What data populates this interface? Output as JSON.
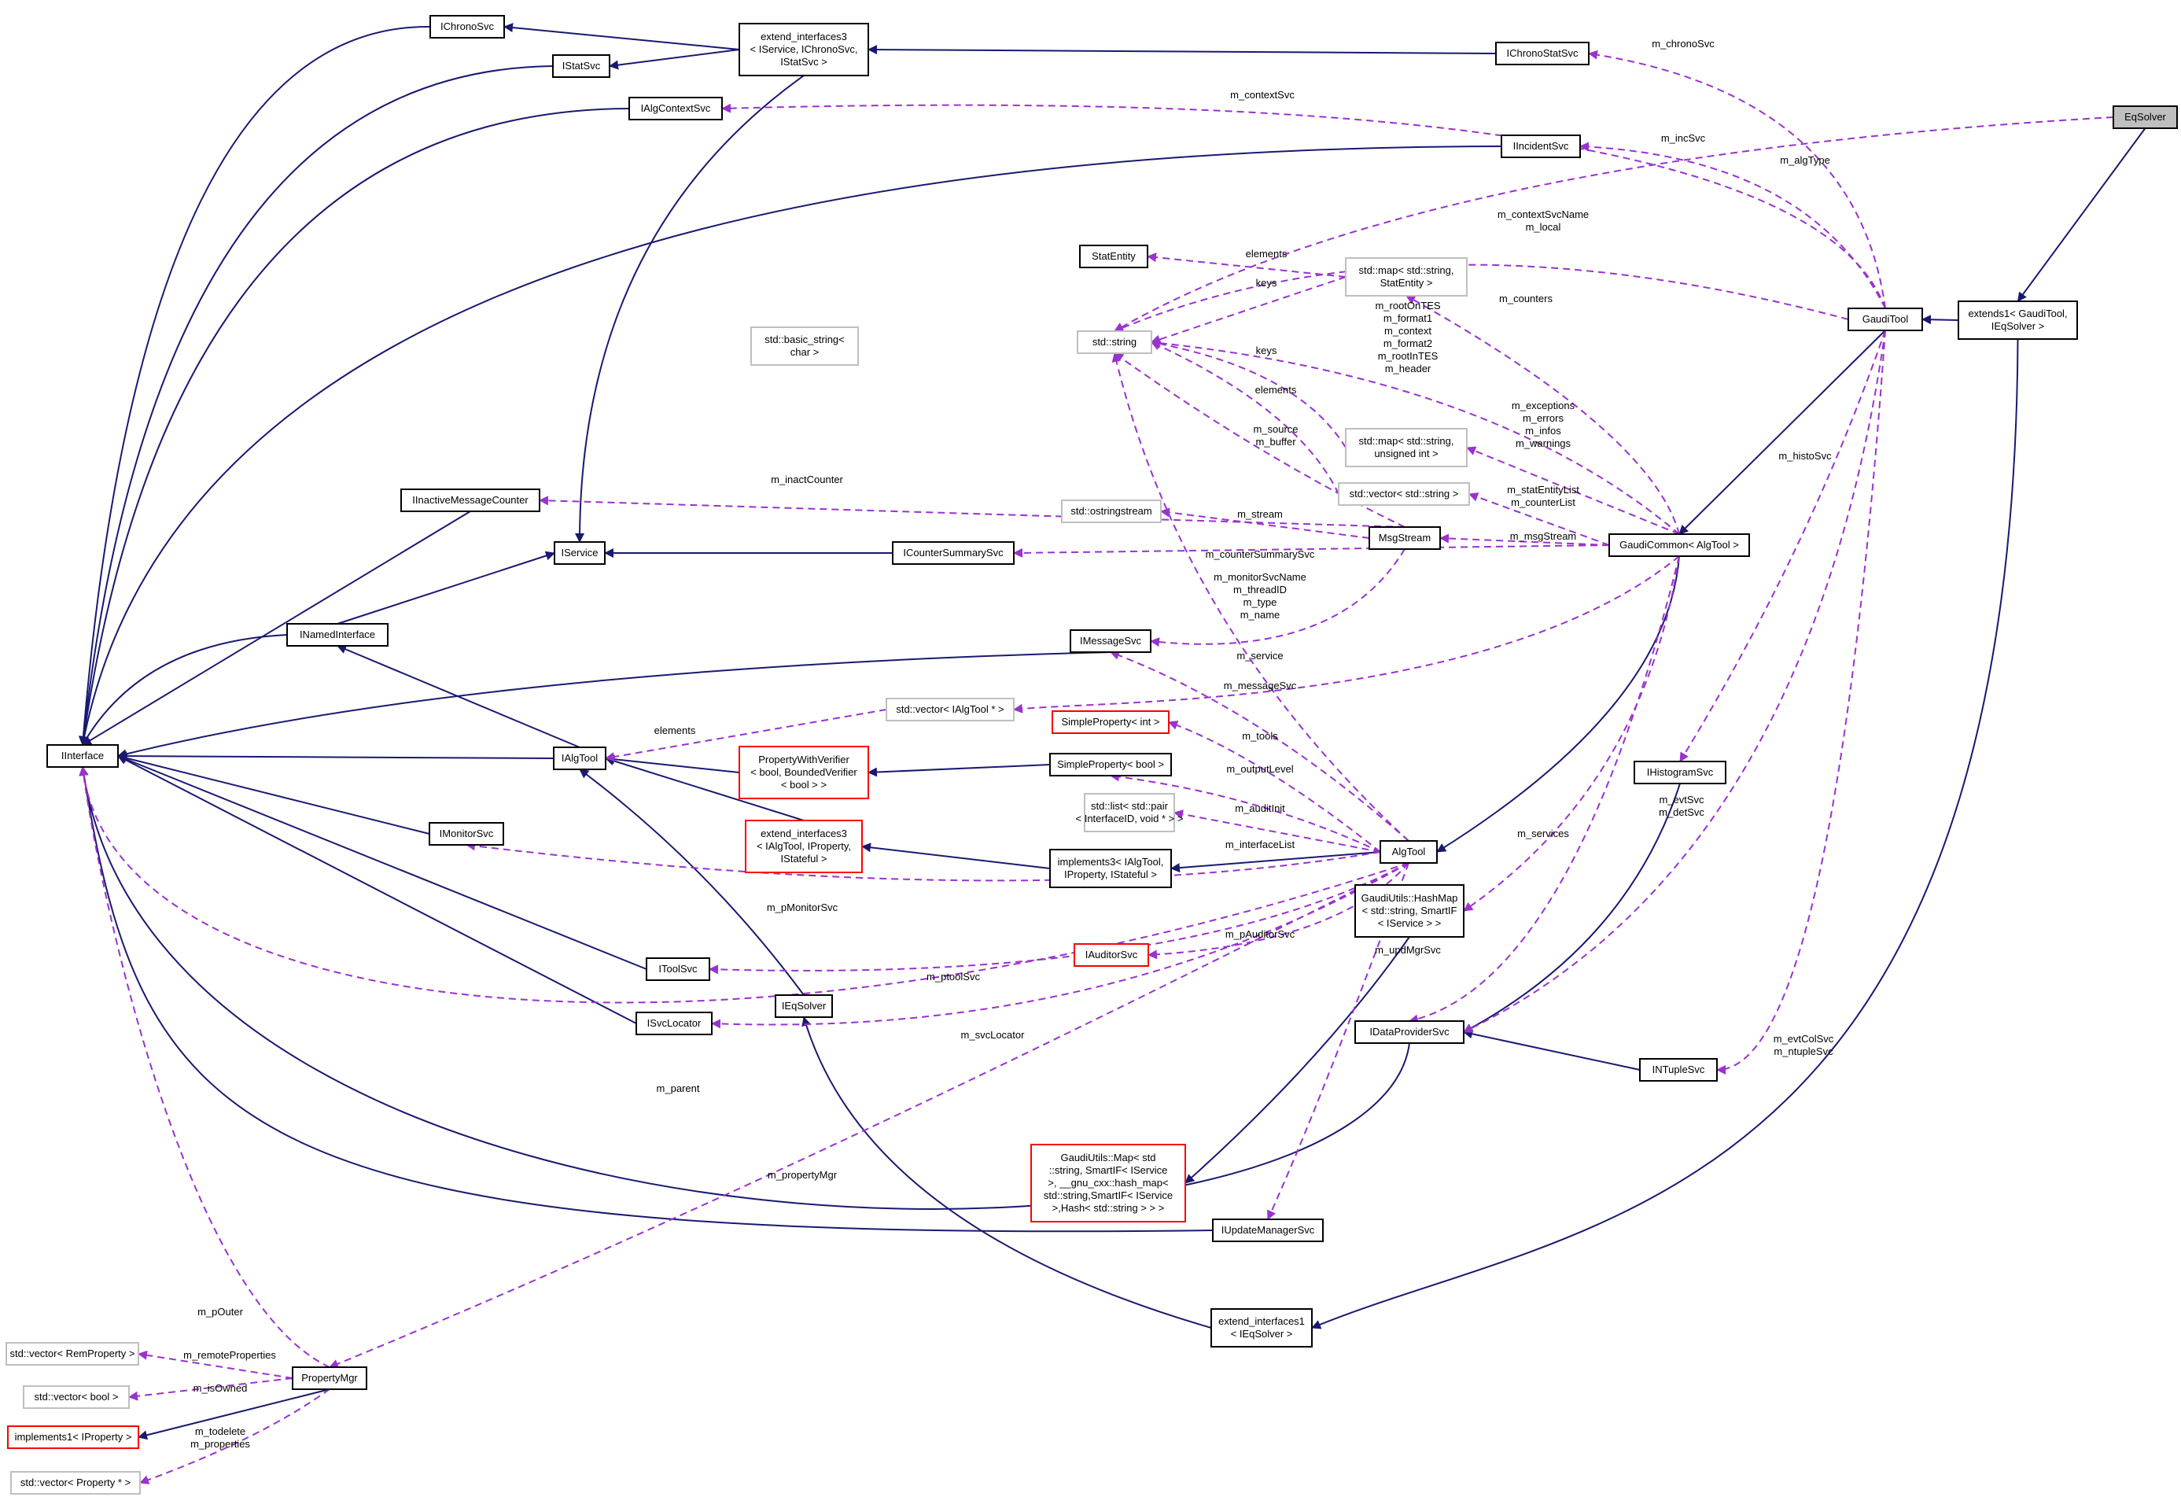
{
  "colors": {
    "inheritance": "#191970",
    "usage": "#9a32cd",
    "node_border": "#000000",
    "template_border": "#ff0000",
    "undocumented_border": "#bfbfbf",
    "focus_fill": "#bfbfbf"
  },
  "nodes": {
    "EqSolver": [
      "EqSolver"
    ],
    "extends1": [
      "extends1< GaudiTool,",
      "IEqSolver >"
    ],
    "GaudiTool": [
      "GaudiTool"
    ],
    "IChronoStatSvc": [
      "IChronoStatSvc"
    ],
    "ext3chrono": [
      "extend_interfaces3",
      "< IService, IChronoSvc,",
      "IStatSvc >"
    ],
    "IChronoSvc": [
      "IChronoSvc"
    ],
    "IStatSvc": [
      "IStatSvc"
    ],
    "IAlgContextSvc": [
      "IAlgContextSvc"
    ],
    "IIncidentSvc": [
      "IIncidentSvc"
    ],
    "StatEntity": [
      "StatEntity"
    ],
    "mapStat": [
      "std::map< std::string,",
      "StatEntity >"
    ],
    "basicString": [
      "std::basic_string<",
      "char >"
    ],
    "stdString": [
      "std::string"
    ],
    "mapUint": [
      "std::map< std::string,",
      "unsigned int >"
    ],
    "vecString": [
      "std::vector< std::string >"
    ],
    "ostringstream": [
      "std::ostringstream"
    ],
    "MsgStream": [
      "MsgStream"
    ],
    "GaudiCommon": [
      "GaudiCommon< AlgTool >"
    ],
    "IInactiveMessageCounter": [
      "IInactiveMessageCounter"
    ],
    "IService": [
      "IService"
    ],
    "ICounterSummarySvc": [
      "ICounterSummarySvc"
    ],
    "INamedInterface": [
      "INamedInterface"
    ],
    "IMessageSvc": [
      "IMessageSvc"
    ],
    "vecAlgTool": [
      "std::vector< IAlgTool * >"
    ],
    "IInterface": [
      "IInterface"
    ],
    "IAlgTool": [
      "IAlgTool"
    ],
    "SimplePropInt": [
      "SimpleProperty< int >"
    ],
    "PropWithVerifier": [
      "PropertyWithVerifier",
      "< bool, BoundedVerifier",
      "< bool > >"
    ],
    "SimplePropBool": [
      "SimpleProperty< bool >"
    ],
    "IHistogramSvc": [
      "IHistogramSvc"
    ],
    "listPair": [
      "std::list< std::pair",
      "< InterfaceID, void * > >"
    ],
    "ext3algtool": [
      "extend_interfaces3",
      "< IAlgTool, IProperty,",
      "IStateful >"
    ],
    "impl3": [
      "implements3< IAlgTool,",
      "IProperty, IStateful >"
    ],
    "AlgTool": [
      "AlgTool"
    ],
    "IMonitorSvc": [
      "IMonitorSvc"
    ],
    "HashMap": [
      "GaudiUtils::HashMap",
      "< std::string, SmartIF",
      "< IService > >"
    ],
    "IAuditorSvc": [
      "IAuditorSvc"
    ],
    "IToolSvc": [
      "IToolSvc"
    ],
    "IEqSolver": [
      "IEqSolver"
    ],
    "ISvcLocator": [
      "ISvcLocator"
    ],
    "IDataProviderSvc": [
      "IDataProviderSvc"
    ],
    "INTupleSvc": [
      "INTupleSvc"
    ],
    "GUMap": [
      "GaudiUtils::Map< std",
      "::string, SmartIF< IService",
      ">, __gnu_cxx::hash_map<",
      "std::string,SmartIF< IService",
      ">,Hash< std::string > > >"
    ],
    "IUpdateManagerSvc": [
      "IUpdateManagerSvc"
    ],
    "ext1eq": [
      "extend_interfaces1",
      "< IEqSolver >"
    ],
    "vecRem": [
      "std::vector< RemProperty >"
    ],
    "PropertyMgr": [
      "PropertyMgr"
    ],
    "vecBool": [
      "std::vector< bool >"
    ],
    "impl1": [
      "implements1< IProperty >"
    ],
    "vecProp": [
      "std::vector< Property * >"
    ]
  },
  "edge_labels": {
    "m_chronoSvc": [
      "m_chronoSvc"
    ],
    "m_contextSvc": [
      "m_contextSvc"
    ],
    "m_incSvc": [
      "m_incSvc"
    ],
    "m_algType": [
      "m_algType"
    ],
    "m_contextSvcName": [
      "m_contextSvcName",
      "m_local"
    ],
    "elements_stat": [
      "elements"
    ],
    "keys_stat": [
      "keys"
    ],
    "m_counters": [
      "m_counters"
    ],
    "m_rootOnTES": [
      "m_rootOnTES",
      "m_format1",
      "m_context",
      "m_format2",
      "m_rootInTES",
      "m_header"
    ],
    "keys_uint": [
      "keys"
    ],
    "elements_vec": [
      "elements"
    ],
    "m_exceptions": [
      "m_exceptions",
      "m_errors",
      "m_infos",
      "m_warnings"
    ],
    "m_source": [
      "m_source",
      "m_buffer"
    ],
    "m_histoSvc": [
      "m_histoSvc"
    ],
    "m_inactCounter": [
      "m_inactCounter"
    ],
    "m_statEntityList": [
      "m_statEntityList",
      "m_counterList"
    ],
    "m_stream": [
      "m_stream"
    ],
    "m_msgStream": [
      "m_msgStream"
    ],
    "m_counterSummarySvc": [
      "m_counterSummarySvc"
    ],
    "m_monitorSvcName": [
      "m_monitorSvcName",
      "m_threadID",
      "m_type",
      "m_name"
    ],
    "m_service": [
      "m_service"
    ],
    "m_messageSvc": [
      "m_messageSvc"
    ],
    "elements_tools": [
      "elements"
    ],
    "m_tools": [
      "m_tools"
    ],
    "m_outputLevel": [
      "m_outputLevel"
    ],
    "m_evtSvc": [
      "m_evtSvc",
      "m_detSvc"
    ],
    "m_auditInit": [
      "m_auditInit"
    ],
    "m_services": [
      "m_services"
    ],
    "m_interfaceList": [
      "m_interfaceList"
    ],
    "m_pMonitorSvc": [
      "m_pMonitorSvc"
    ],
    "m_pAuditorSvc": [
      "m_pAuditorSvc"
    ],
    "m_updMgrSvc": [
      "m_updMgrSvc"
    ],
    "m_ptoolSvc": [
      "m_ptoolSvc"
    ],
    "m_svcLocator": [
      "m_svcLocator"
    ],
    "m_evtColSvc": [
      "m_evtColSvc",
      "m_ntupleSvc"
    ],
    "m_parent": [
      "m_parent"
    ],
    "m_propertyMgr": [
      "m_propertyMgr"
    ],
    "m_pOuter": [
      "m_pOuter"
    ],
    "m_remoteProperties": [
      "m_remoteProperties"
    ],
    "m_isOwned": [
      "m_isOwned"
    ],
    "m_todelete": [
      "m_todelete",
      "m_properties"
    ]
  }
}
